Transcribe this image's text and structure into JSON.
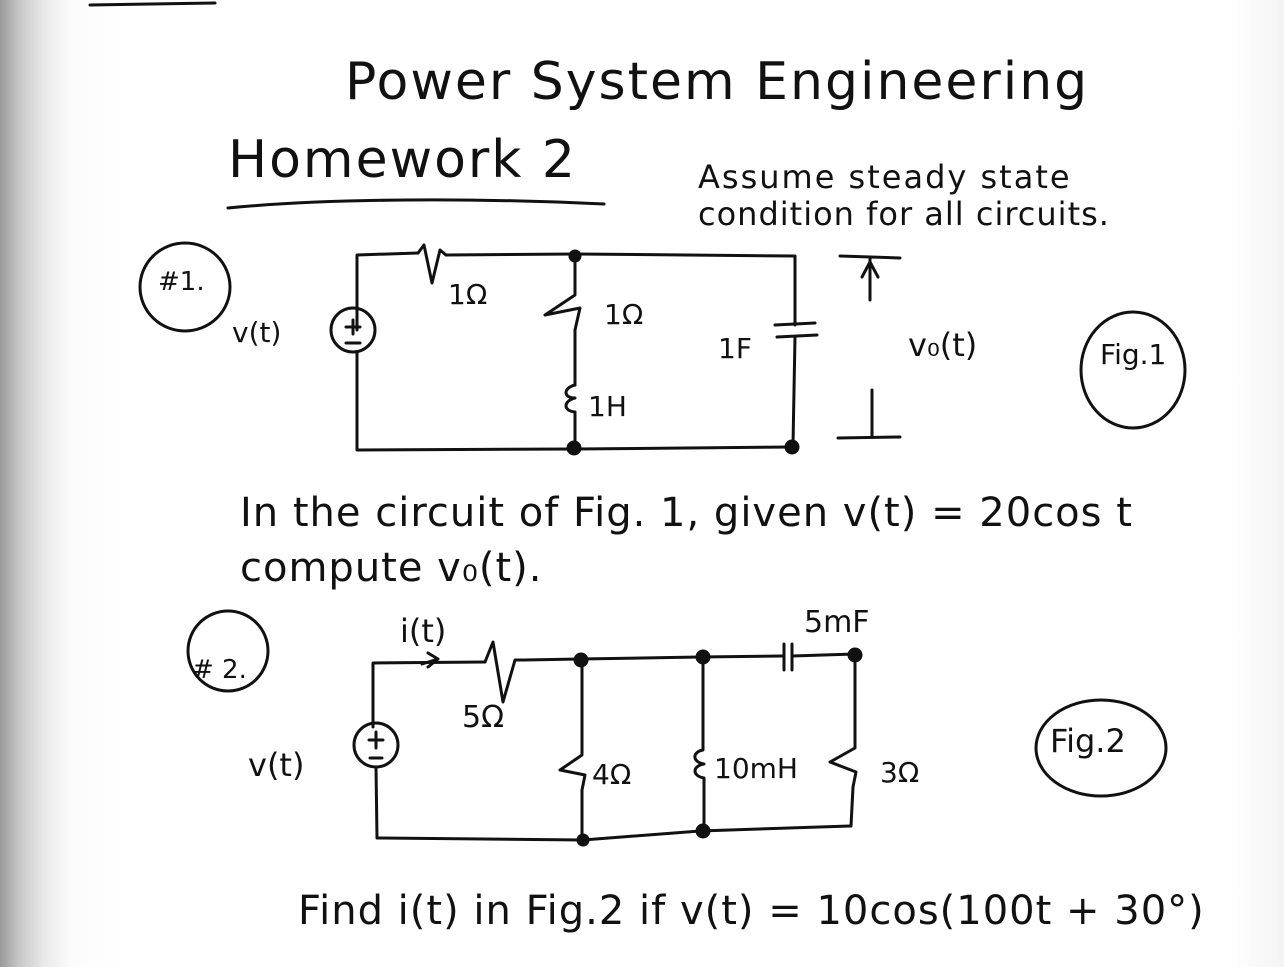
{
  "page": {
    "title": "Power System Engineering",
    "subtitle": "Homework 2",
    "note_line1": "Assume steady state",
    "note_line2": "condition for all circuits."
  },
  "problem1": {
    "number": "#1.",
    "fig_label": "Fig.1",
    "source_label": "v(t)",
    "output_label": "v₀(t)",
    "r_series": "1Ω",
    "r_shunt": "1Ω",
    "inductor": "1H",
    "capacitor": "1F",
    "statement_line1": "In the circuit of Fig. 1, given v(t) = 20cos t",
    "statement_line2": "compute v₀(t)."
  },
  "problem2": {
    "number": "# 2.",
    "fig_label": "Fig.2",
    "source_label": "v(t)",
    "current_label": "i(t)",
    "r_series": "5Ω",
    "r_shunt": "4Ω",
    "inductor": "10mH",
    "capacitor": "5mF",
    "r_load": "3Ω",
    "statement": "Find i(t) in Fig.2 if v(t) = 10cos(100t + 30°)"
  }
}
